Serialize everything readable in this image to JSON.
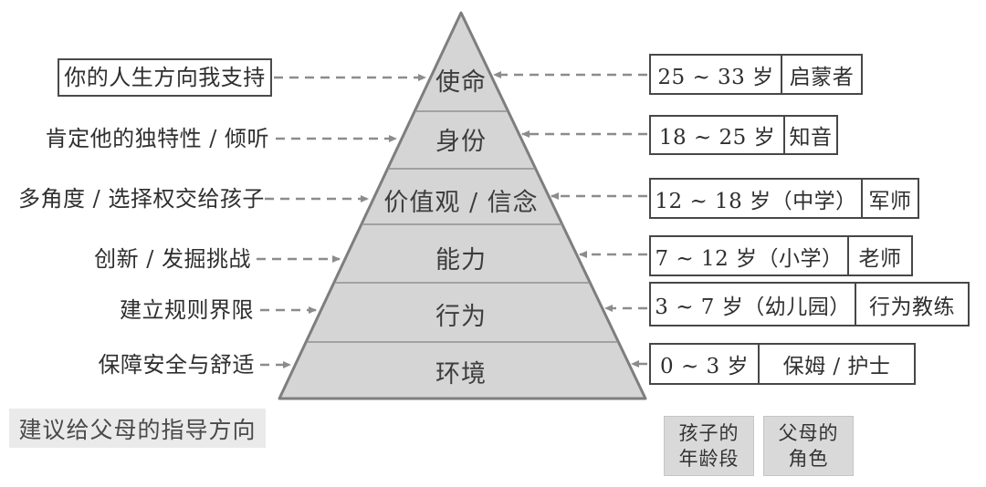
{
  "pyramid": {
    "fill": "#d5d5d5",
    "stroke": "#7e7e7e",
    "levels": [
      {
        "label": "使命"
      },
      {
        "label": "身份"
      },
      {
        "label": "价值观 / 信念"
      },
      {
        "label": "能力"
      },
      {
        "label": "行为"
      },
      {
        "label": "环境"
      }
    ]
  },
  "left_guidance": {
    "title": "建议给父母的指导方向",
    "items": [
      {
        "label": "你的人生方向我支持"
      },
      {
        "label": "肯定他的独特性 / 倾听"
      },
      {
        "label": "多角度 / 选择权交给孩子"
      },
      {
        "label": "创新 / 发掘挑战"
      },
      {
        "label": "建立规则界限"
      },
      {
        "label": "保障安全与舒适"
      }
    ]
  },
  "right_stages": {
    "items": [
      {
        "age": "25 ~ 33 岁",
        "role": "启蒙者"
      },
      {
        "age": "18 ~ 25 岁",
        "role": "知音"
      },
      {
        "age": "12 ~ 18 岁（中学）",
        "role": "军师"
      },
      {
        "age": "7 ~ 12 岁（小学）",
        "role": "老师"
      },
      {
        "age": "3 ~ 7 岁（幼儿园）",
        "role": "行为教练"
      },
      {
        "age": "0 ~ 3 岁",
        "role": "保姆 / 护士"
      }
    ],
    "legend_age": {
      "line1": "孩子的",
      "line2": "年龄段"
    },
    "legend_role": {
      "line1": "父母的",
      "line2": "角色"
    }
  },
  "colors": {
    "arrow": "#8c8c8c",
    "box_border": "#474747",
    "pyramid_fill": "#d5d5d5",
    "pyramid_stroke": "#7e7e7e",
    "divider": "#909090",
    "suggestion_bg": "#eaeaea",
    "legend_bg": "#d9d9d9"
  }
}
